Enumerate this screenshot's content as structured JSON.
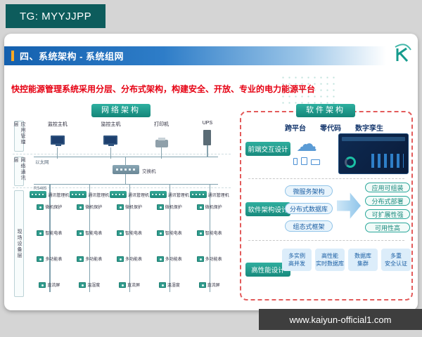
{
  "badges": {
    "top_left": "TG: MYYJJPP",
    "bottom_right": "www.kaiyun-official1.com"
  },
  "header": {
    "title": "四、系统架构 - 系统组网"
  },
  "subtitle": "快控能源管理系统采用分层、分布式架构，构建安全、开放、专业的电力能源平台",
  "network": {
    "panel_title": "网络架构",
    "layer_labels": [
      "应用管理层",
      "网络通讯层",
      "现场设备层"
    ],
    "top_devices": [
      {
        "label": "监控主机",
        "type": "monitor"
      },
      {
        "label": "监控主机",
        "type": "monitor"
      },
      {
        "label": "打印机",
        "type": "printer"
      },
      {
        "label": "UPS",
        "type": "ups"
      }
    ],
    "ethernet_label": "以太网",
    "switch_label": "交换机",
    "serial_label": "RS485",
    "groups": [
      {
        "hub": "通讯管理机",
        "devices": [
          "微机保护",
          "智能电表",
          "多功能表",
          "直流屏"
        ]
      },
      {
        "hub": "通讯管理机",
        "devices": [
          "微机保护",
          "智能电表",
          "多功能表",
          "温湿度"
        ]
      },
      {
        "hub": "通讯管理机",
        "devices": [
          "微机保护",
          "智能电表",
          "多功能表",
          "直流屏"
        ]
      },
      {
        "hub": "通讯管理机",
        "devices": [
          "微机保护",
          "智能电表",
          "多功能表",
          "温湿度"
        ]
      },
      {
        "hub": "通讯管理机",
        "devices": [
          "微机保护",
          "智能电表",
          "多功能表",
          "直流屏"
        ]
      }
    ]
  },
  "software": {
    "panel_title": "软件架构",
    "rows": {
      "frontend": {
        "label": "前端交互设计",
        "features": [
          "跨平台",
          "零代码",
          "数字孪生"
        ]
      },
      "architecture": {
        "label": "软件架构设计",
        "components": [
          "微服务架构",
          "分布式数据库",
          "组态式框架"
        ],
        "benefits": [
          "应用可组装",
          "分布式部署",
          "可扩展性强",
          "可用性高"
        ]
      },
      "performance": {
        "label": "高性能设计",
        "items": [
          {
            "l1": "多实例",
            "l2": "高并发"
          },
          {
            "l1": "高性能",
            "l2": "实时数据库"
          },
          {
            "l1": "数据库",
            "l2": "集群"
          },
          {
            "l1": "多重",
            "l2": "安全认证"
          }
        ]
      }
    }
  },
  "colors": {
    "brand_teal": "#2a9d8f",
    "header_blue": "#1460ae",
    "accent_orange": "#f7a823",
    "subtitle_red": "#e60012",
    "frame_dashed_red": "#e35b5b",
    "footer_dark": "#3e3e3e",
    "watermark_teal": "#0d5c5c"
  }
}
